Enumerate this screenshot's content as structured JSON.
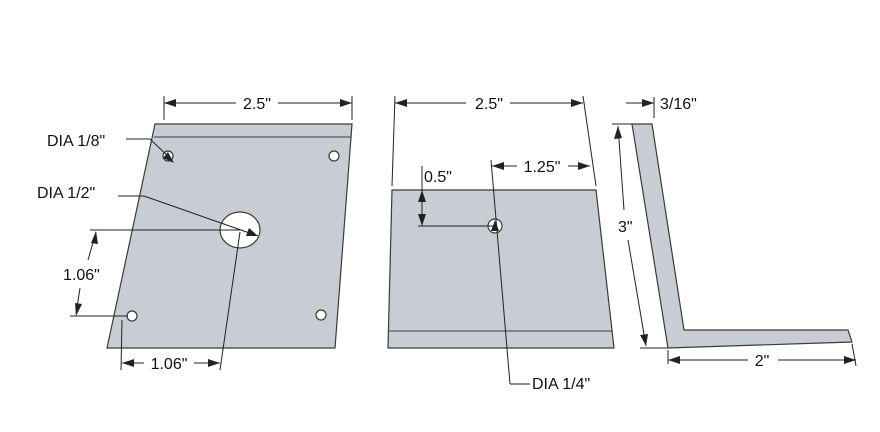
{
  "front_view": {
    "width_label": "2.5\"",
    "small_hole_label": "DIA 1/8\"",
    "large_hole_label": "DIA 1/2\"",
    "vertical_offset_label": "1.06\"",
    "horizontal_offset_label": "1.06\""
  },
  "side_view": {
    "width_label": "2.5\"",
    "hole_center_label": "1.25\"",
    "hole_height_label": "0.5\"",
    "hole_label": "DIA 1/4\""
  },
  "profile_view": {
    "thickness_label": "3/16\"",
    "height_label": "3\"",
    "length_label": "2\""
  },
  "colors": {
    "plate": "#c8cdd4",
    "line": "#3a3a3a"
  }
}
